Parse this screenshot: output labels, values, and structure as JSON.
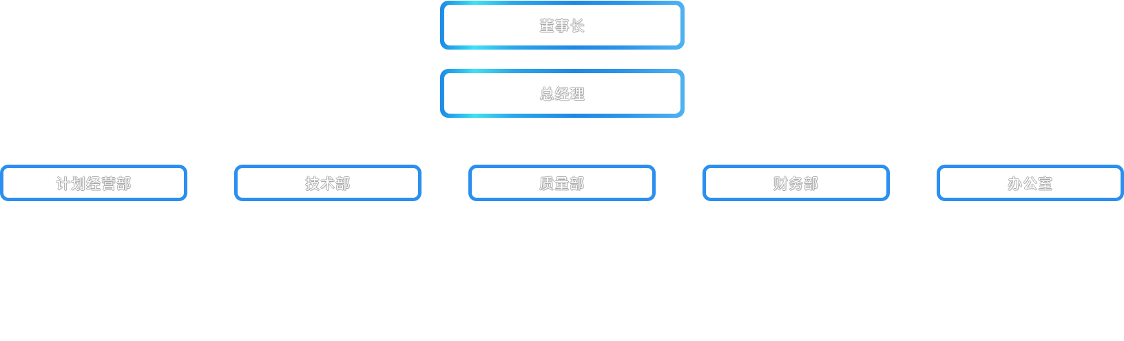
{
  "org_chart": {
    "chairman": {
      "label": "董事长"
    },
    "general_manager": {
      "label": "总经理"
    },
    "departments": [
      {
        "label": "计划经营部"
      },
      {
        "label": "技术部"
      },
      {
        "label": "质量部"
      },
      {
        "label": "财务部"
      },
      {
        "label": "办公室"
      }
    ]
  },
  "colors": {
    "border_blue": "#2b8ff0",
    "gradient_cyan": "#40e0f5",
    "gradient_blue": "#1e88e5",
    "label_outline": "#a9a9a9",
    "background": "#ffffff"
  }
}
